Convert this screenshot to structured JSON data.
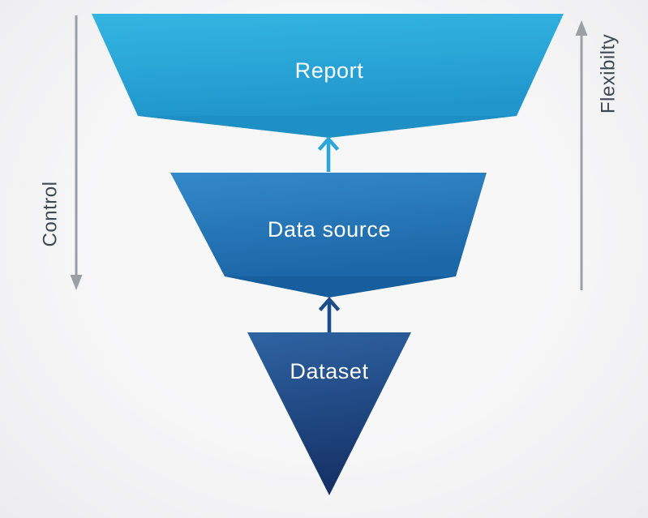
{
  "funnel": {
    "levels": [
      {
        "label": "Report"
      },
      {
        "label": "Data source"
      },
      {
        "label": "Dataset"
      }
    ],
    "left_axis": {
      "label": "Control",
      "direction": "down"
    },
    "right_axis": {
      "label": "Flexibilty",
      "direction": "up"
    },
    "connectors": [
      {
        "from": "Dataset",
        "to": "Data source",
        "direction": "up"
      },
      {
        "from": "Data source",
        "to": "Report",
        "direction": "up"
      }
    ]
  },
  "colors": {
    "report_grad_start": "#33b6e2",
    "report_grad_end": "#2196cc",
    "report_fold": "#1f90c5",
    "datasource_grad_start": "#3389c9",
    "datasource_grad_end": "#1c67a8",
    "datasource_fold": "#165e9d",
    "dataset_grad_start": "#2e63a2",
    "dataset_grad_end": "#153166",
    "arrow_to_report": "#2aa6da",
    "arrow_to_datasource": "#1d4e8c",
    "axis_arrow": "#9ba0a5",
    "axis_label": "#3e4954",
    "shape_label": "#ffffff",
    "background": "#f4f4f5"
  }
}
